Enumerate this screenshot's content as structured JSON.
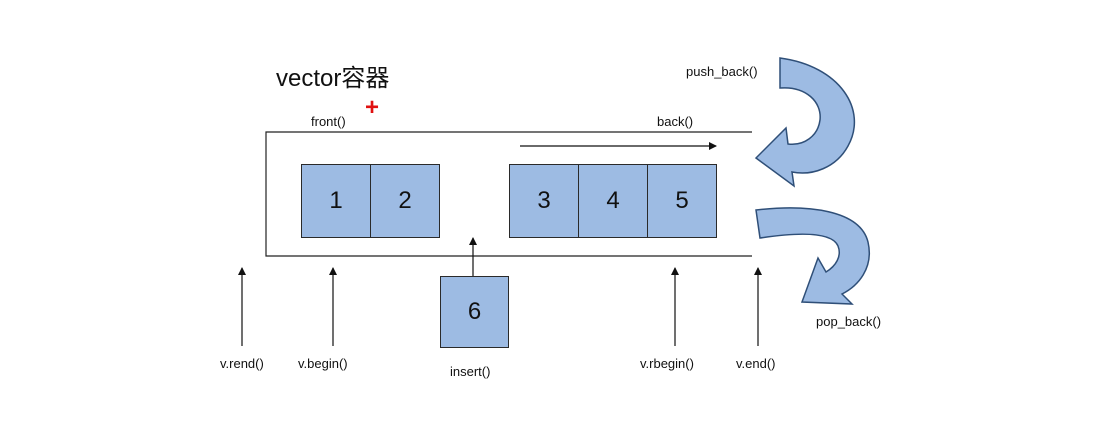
{
  "title": "vector容器",
  "marker": "+",
  "labels": {
    "front": "front()",
    "back": "back()",
    "push_back": "push_back()",
    "pop_back": "pop_back()",
    "rend": "v.rend()",
    "begin": "v.begin()",
    "insert": "insert()",
    "rbegin": "v.rbegin()",
    "end": "v.end()"
  },
  "elements": [
    "1",
    "2",
    "3",
    "4",
    "5"
  ],
  "inserted": "6",
  "colors": {
    "cell_fill": "#9dbbe3",
    "arrow_fill": "#9dbbe3",
    "marker": "#e01010"
  }
}
